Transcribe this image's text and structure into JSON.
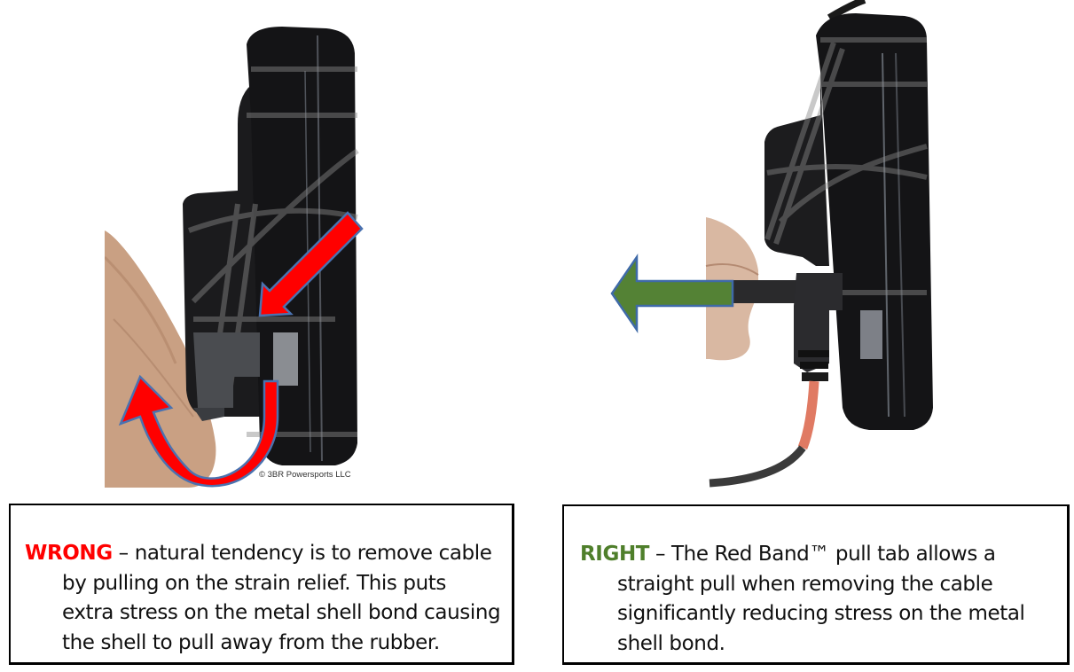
{
  "figure": {
    "wrong_panel": {
      "photo_description": "Side view of black GPS device with cable connector being pulled by strain relief",
      "copyright": "© 3BR Powersports LLC",
      "arrow_colors": {
        "fill": "#ff0000",
        "outline": "#4a72b0"
      },
      "caption": {
        "label": "WRONG",
        "label_color": "#ff0000",
        "lines": [
          " – natural tendency is to remove cable",
          "by pulling on the strain relief. This puts",
          "extra stress on the metal shell bond causing",
          "the shell to pull away from the rubber."
        ]
      }
    },
    "right_panel": {
      "photo_description": "Side view of black GPS device with cable removed by straight pull on Red Band pull tab",
      "arrow_colors": {
        "fill": "#548235",
        "outline": "#3f6aa8"
      },
      "caption": {
        "label": "RIGHT",
        "label_color": "#4f7f2b",
        "lines": [
          " – The Red Band™ pull tab allows a",
          "straight pull when removing the cable",
          "significantly reducing stress on the metal",
          "shell bond."
        ]
      }
    }
  }
}
